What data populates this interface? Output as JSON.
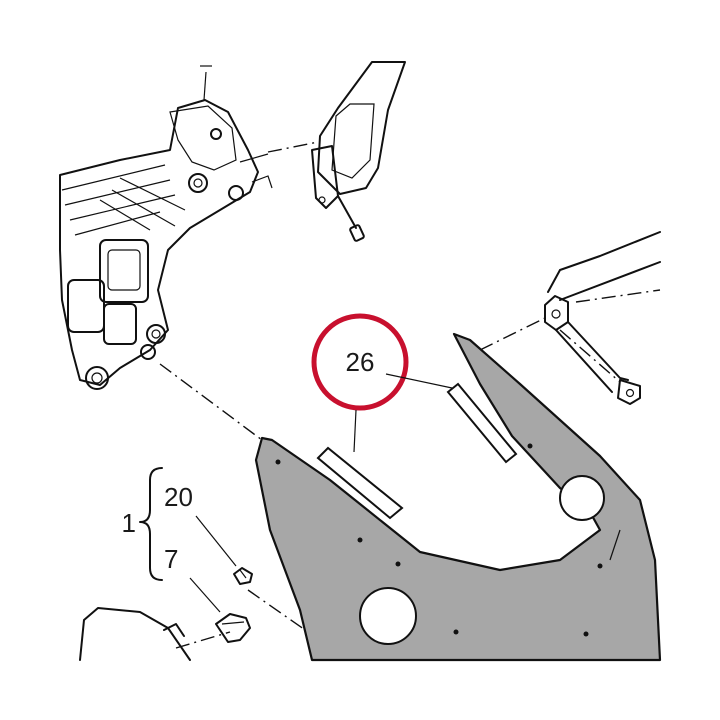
{
  "diagram": {
    "callouts": {
      "highlighted": "26",
      "group": "1",
      "screw": "20",
      "insert": "7"
    },
    "colors": {
      "highlight_ring": "#c8102e",
      "fairing_fill": "#a7a7a7",
      "ink": "#111111",
      "background": "#ffffff"
    }
  }
}
